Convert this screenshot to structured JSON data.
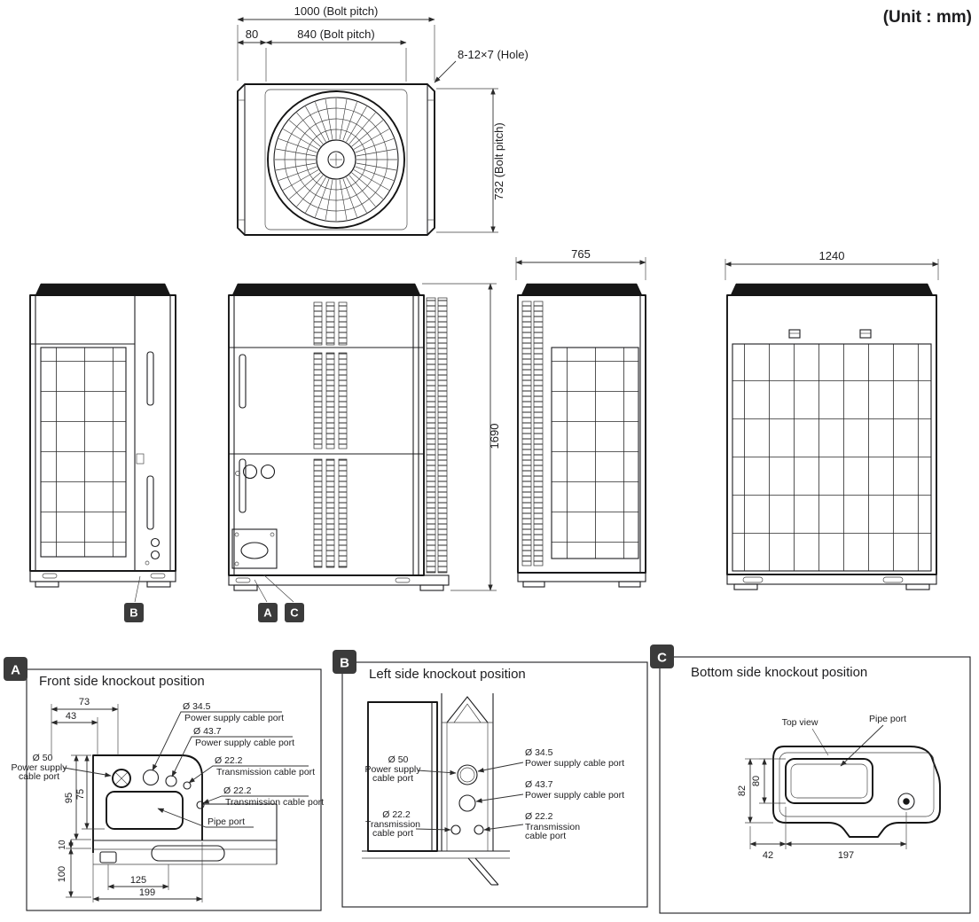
{
  "colors": {
    "ink": "#1d1d1f",
    "badge_bg": "#3b3b3b"
  },
  "unit_note": "(Unit : mm)",
  "top_view": {
    "dim_width": "1000 (Bolt pitch)",
    "dim_offset": "80",
    "dim_inner": "840 (Bolt pitch)",
    "hole_label": "8-12×7 (Hole)",
    "dim_depth": "732 (Bolt pitch)"
  },
  "elevations": {
    "front_height": "1690",
    "side_depth": "765",
    "back_width": "1240"
  },
  "badges": {
    "a": "A",
    "b": "B",
    "c": "C"
  },
  "detail_a": {
    "badge": "A",
    "title": "Front side knockout position",
    "dim_73": "73",
    "dim_43": "43",
    "dim_95": "95",
    "dim_75": "75",
    "dim_10": "10",
    "dim_100": "100",
    "dim_125": "125",
    "dim_199": "199",
    "port_34_5": {
      "dia": "Ø 34.5",
      "label": "Power supply cable port"
    },
    "port_43_7": {
      "dia": "Ø 43.7",
      "label": "Power supply cable port"
    },
    "port_50": {
      "dia": "Ø 50",
      "label1": "Power supply",
      "label2": "cable port"
    },
    "port_22_2_a": {
      "dia": "Ø 22.2",
      "label": "Transmission cable  port"
    },
    "port_22_2_b": {
      "dia": "Ø 22.2",
      "label": "Transmission cable  port"
    },
    "pipe_port": "Pipe port"
  },
  "detail_b": {
    "badge": "B",
    "title": "Left side knockout position",
    "port_50": {
      "dia": "Ø 50",
      "label1": "Power supply",
      "label2": "cable port"
    },
    "port_34_5": {
      "dia": "Ø 34.5",
      "label": "Power supply cable port"
    },
    "port_43_7": {
      "dia": "Ø 43.7",
      "label": "Power supply cable port"
    },
    "port_22_2_a": {
      "dia": "Ø 22.2",
      "label1": "Transmission",
      "label2": "cable  port"
    },
    "port_22_2_b": {
      "dia": "Ø 22.2",
      "label1": "Transmission",
      "label2": "cable  port"
    }
  },
  "detail_c": {
    "badge": "C",
    "title": "Bottom side knockout position",
    "top_view_label": "Top view",
    "pipe_port_label": "Pipe port",
    "dim_80": "80",
    "dim_82": "82",
    "dim_42": "42",
    "dim_197": "197"
  }
}
